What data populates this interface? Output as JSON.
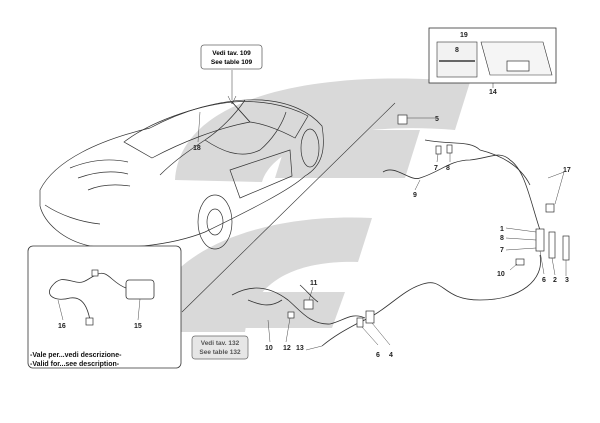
{
  "colors": {
    "watermark": "#d9d9d9",
    "line": "#333333",
    "ref_box_fill": "#ffffff",
    "ref_box_alt_fill": "#e6e6e6",
    "ref_box_stroke": "#666666",
    "ref_text_alt": "#555555"
  },
  "refs": {
    "top_it": "Vedi tav. 109",
    "top_en": "See table 109",
    "mid_it": "Vedi tav. 132",
    "mid_en": "See table 132"
  },
  "notes": {
    "it": "-Vale per...vedi descrizione-",
    "en": "-Valid for...see description-"
  },
  "callouts": {
    "c18": "18",
    "c19": "19",
    "c19b": "8",
    "c14": "14",
    "c5": "5",
    "c7a": "7",
    "c8a": "8",
    "c9": "9",
    "c17": "17",
    "c1": "1",
    "c8b": "8",
    "c7b": "7",
    "c10a": "10",
    "c6a": "6",
    "c2": "2",
    "c3": "3",
    "c11": "11",
    "c10b": "10",
    "c12": "12",
    "c13": "13",
    "c6b": "6",
    "c4": "4",
    "c16": "16",
    "c15": "15"
  }
}
